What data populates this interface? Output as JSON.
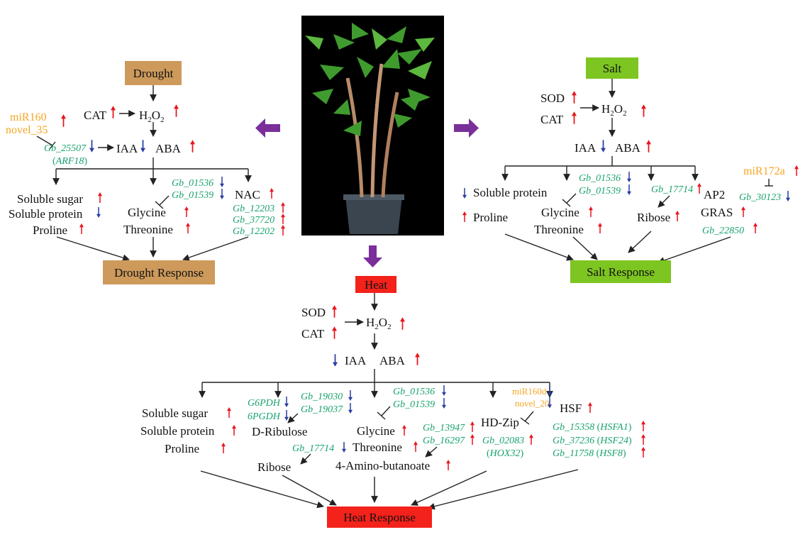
{
  "colors": {
    "drought_box": "#cd9a5b",
    "salt_box": "#7dc520",
    "heat_box": "#f3221b",
    "gene_green": "#1aa36c",
    "mirna_orange": "#f5a623",
    "up_arrow_red": "#e8141b",
    "down_arrow_blue": "#2a3ea0",
    "direction_arrow_purple": "#7a2f9a"
  },
  "image": {
    "description_icon": "ginkgo-plant-photo"
  },
  "drought": {
    "title": "Drought",
    "response": "Drought Response",
    "cat": "CAT",
    "h2o2_main": "H",
    "h2o2_sub1": "2",
    "h2o2_mid": "O",
    "h2o2_sub2": "2",
    "mir1": "miR160",
    "mir2": "novel_35",
    "gene_arf": "Gb_25507",
    "arf_label": "ARF18",
    "iaa": "IAA",
    "aba": "ABA",
    "gene1": "Gb_01536",
    "gene2": "Gb_01539",
    "nac": "NAC",
    "nac_genes": [
      "Gb_12203",
      "Gb_37720",
      "Gb_12202"
    ],
    "sol_sugar": "Soluble sugar",
    "sol_protein": "Soluble protein",
    "proline": "Proline",
    "glycine": "Glycine",
    "threonine": "Threonine"
  },
  "salt": {
    "title": "Salt",
    "response": "Salt Response",
    "sod": "SOD",
    "cat": "CAT",
    "iaa": "IAA",
    "aba": "ABA",
    "sol_protein": "Soluble protein",
    "proline": "Proline",
    "gene1": "Gb_01536",
    "gene2": "Gb_01539",
    "glycine": "Glycine",
    "threonine": "Threonine",
    "gene_ribose": "Gb_17714",
    "ribose": "Ribose",
    "ap2": "AP2",
    "mir": "miR172a",
    "gene_ap2": "Gb_30123",
    "gras": "GRAS",
    "gene_gras": "Gb_22850"
  },
  "heat": {
    "title": "Heat",
    "response": "Heat Response",
    "sod": "SOD",
    "cat": "CAT",
    "iaa": "IAA",
    "aba": "ABA",
    "sol_sugar": "Soluble sugar",
    "sol_protein": "Soluble protein",
    "proline": "Proline",
    "g6pdh": "G6PDH",
    "pgdh": "6PGDH",
    "gene_a": "Gb_19030",
    "gene_b": "Gb_19037",
    "d_ribulose": "D-Ribulose",
    "gene_ribose": "Gb_17714",
    "ribose": "Ribose",
    "gene1": "Gb_01536",
    "gene2": "Gb_01539",
    "glycine": "Glycine",
    "threonine": "Threonine",
    "gene_c": "Gb_13947",
    "gene_d": "Gb_16297",
    "amino": "4-Amino-butanoate",
    "mir1": "miR160d",
    "mir2": "novel_20",
    "hdzip": "HD-Zip",
    "gene_hox": "Gb_02083",
    "hox": "HOX32",
    "hsf": "HSF",
    "hsf_genes": [
      {
        "gene": "Gb_15358",
        "name": "HSFA1"
      },
      {
        "gene": "Gb_37236",
        "name": "HSF24"
      },
      {
        "gene": "Gb_11758",
        "name": "HSF8"
      }
    ]
  }
}
